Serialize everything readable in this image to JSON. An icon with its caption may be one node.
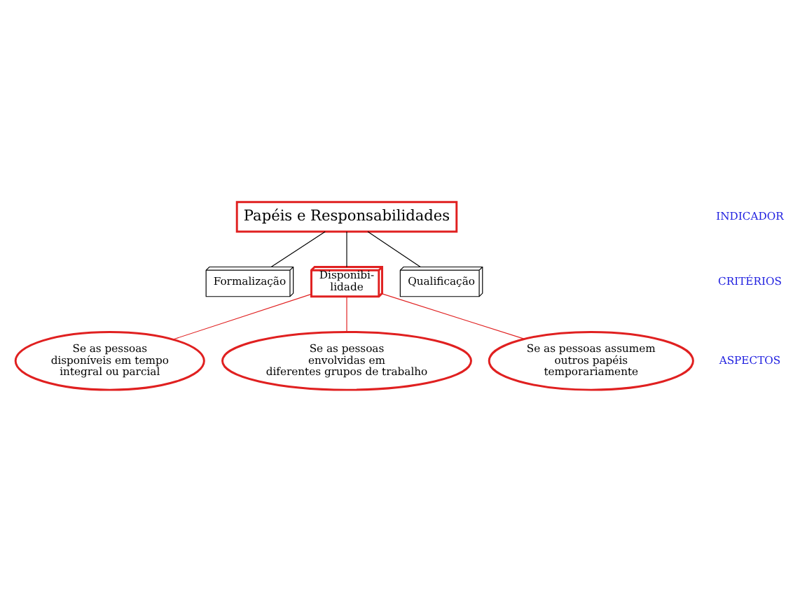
{
  "diagram": {
    "nodes": [
      {
        "text": [
          "Papéis e Responsabilidades"
        ]
      },
      {
        "text": [
          "Formalização"
        ]
      },
      {
        "text": [
          "Disponibi- lidade"
        ]
      },
      {
        "text": [
          "Qualificação"
        ]
      },
      {
        "text": [
          "Se as pessoas disponíveis em tempo integral ou parcial"
        ]
      },
      {
        "text": [
          "Se as pessoas envolvidas em diferentes grupos de trabalho"
        ]
      },
      {
        "text": [
          "Se as pessoas assumem outros papéis temporariamente"
        ]
      }
    ],
    "edges": [
      {
        "from": 0,
        "to": 1,
        "arrow": "none",
        "color": "#000000"
      },
      {
        "from": 0,
        "to": 2,
        "arrow": "none",
        "color": "#000000"
      },
      {
        "from": 0,
        "to": 3,
        "arrow": "none",
        "color": "#000000"
      },
      {
        "from": 2,
        "to": 4,
        "arrow": "none",
        "color": "#e02020"
      },
      {
        "from": 2,
        "to": 5,
        "arrow": "none",
        "color": "#e02020"
      },
      {
        "from": 2,
        "to": 6,
        "arrow": "none",
        "color": "#e02020"
      }
    ],
    "labels": [
      "INDICADOR",
      "CRITÉRIOS",
      "ASPECTOS"
    ]
  }
}
